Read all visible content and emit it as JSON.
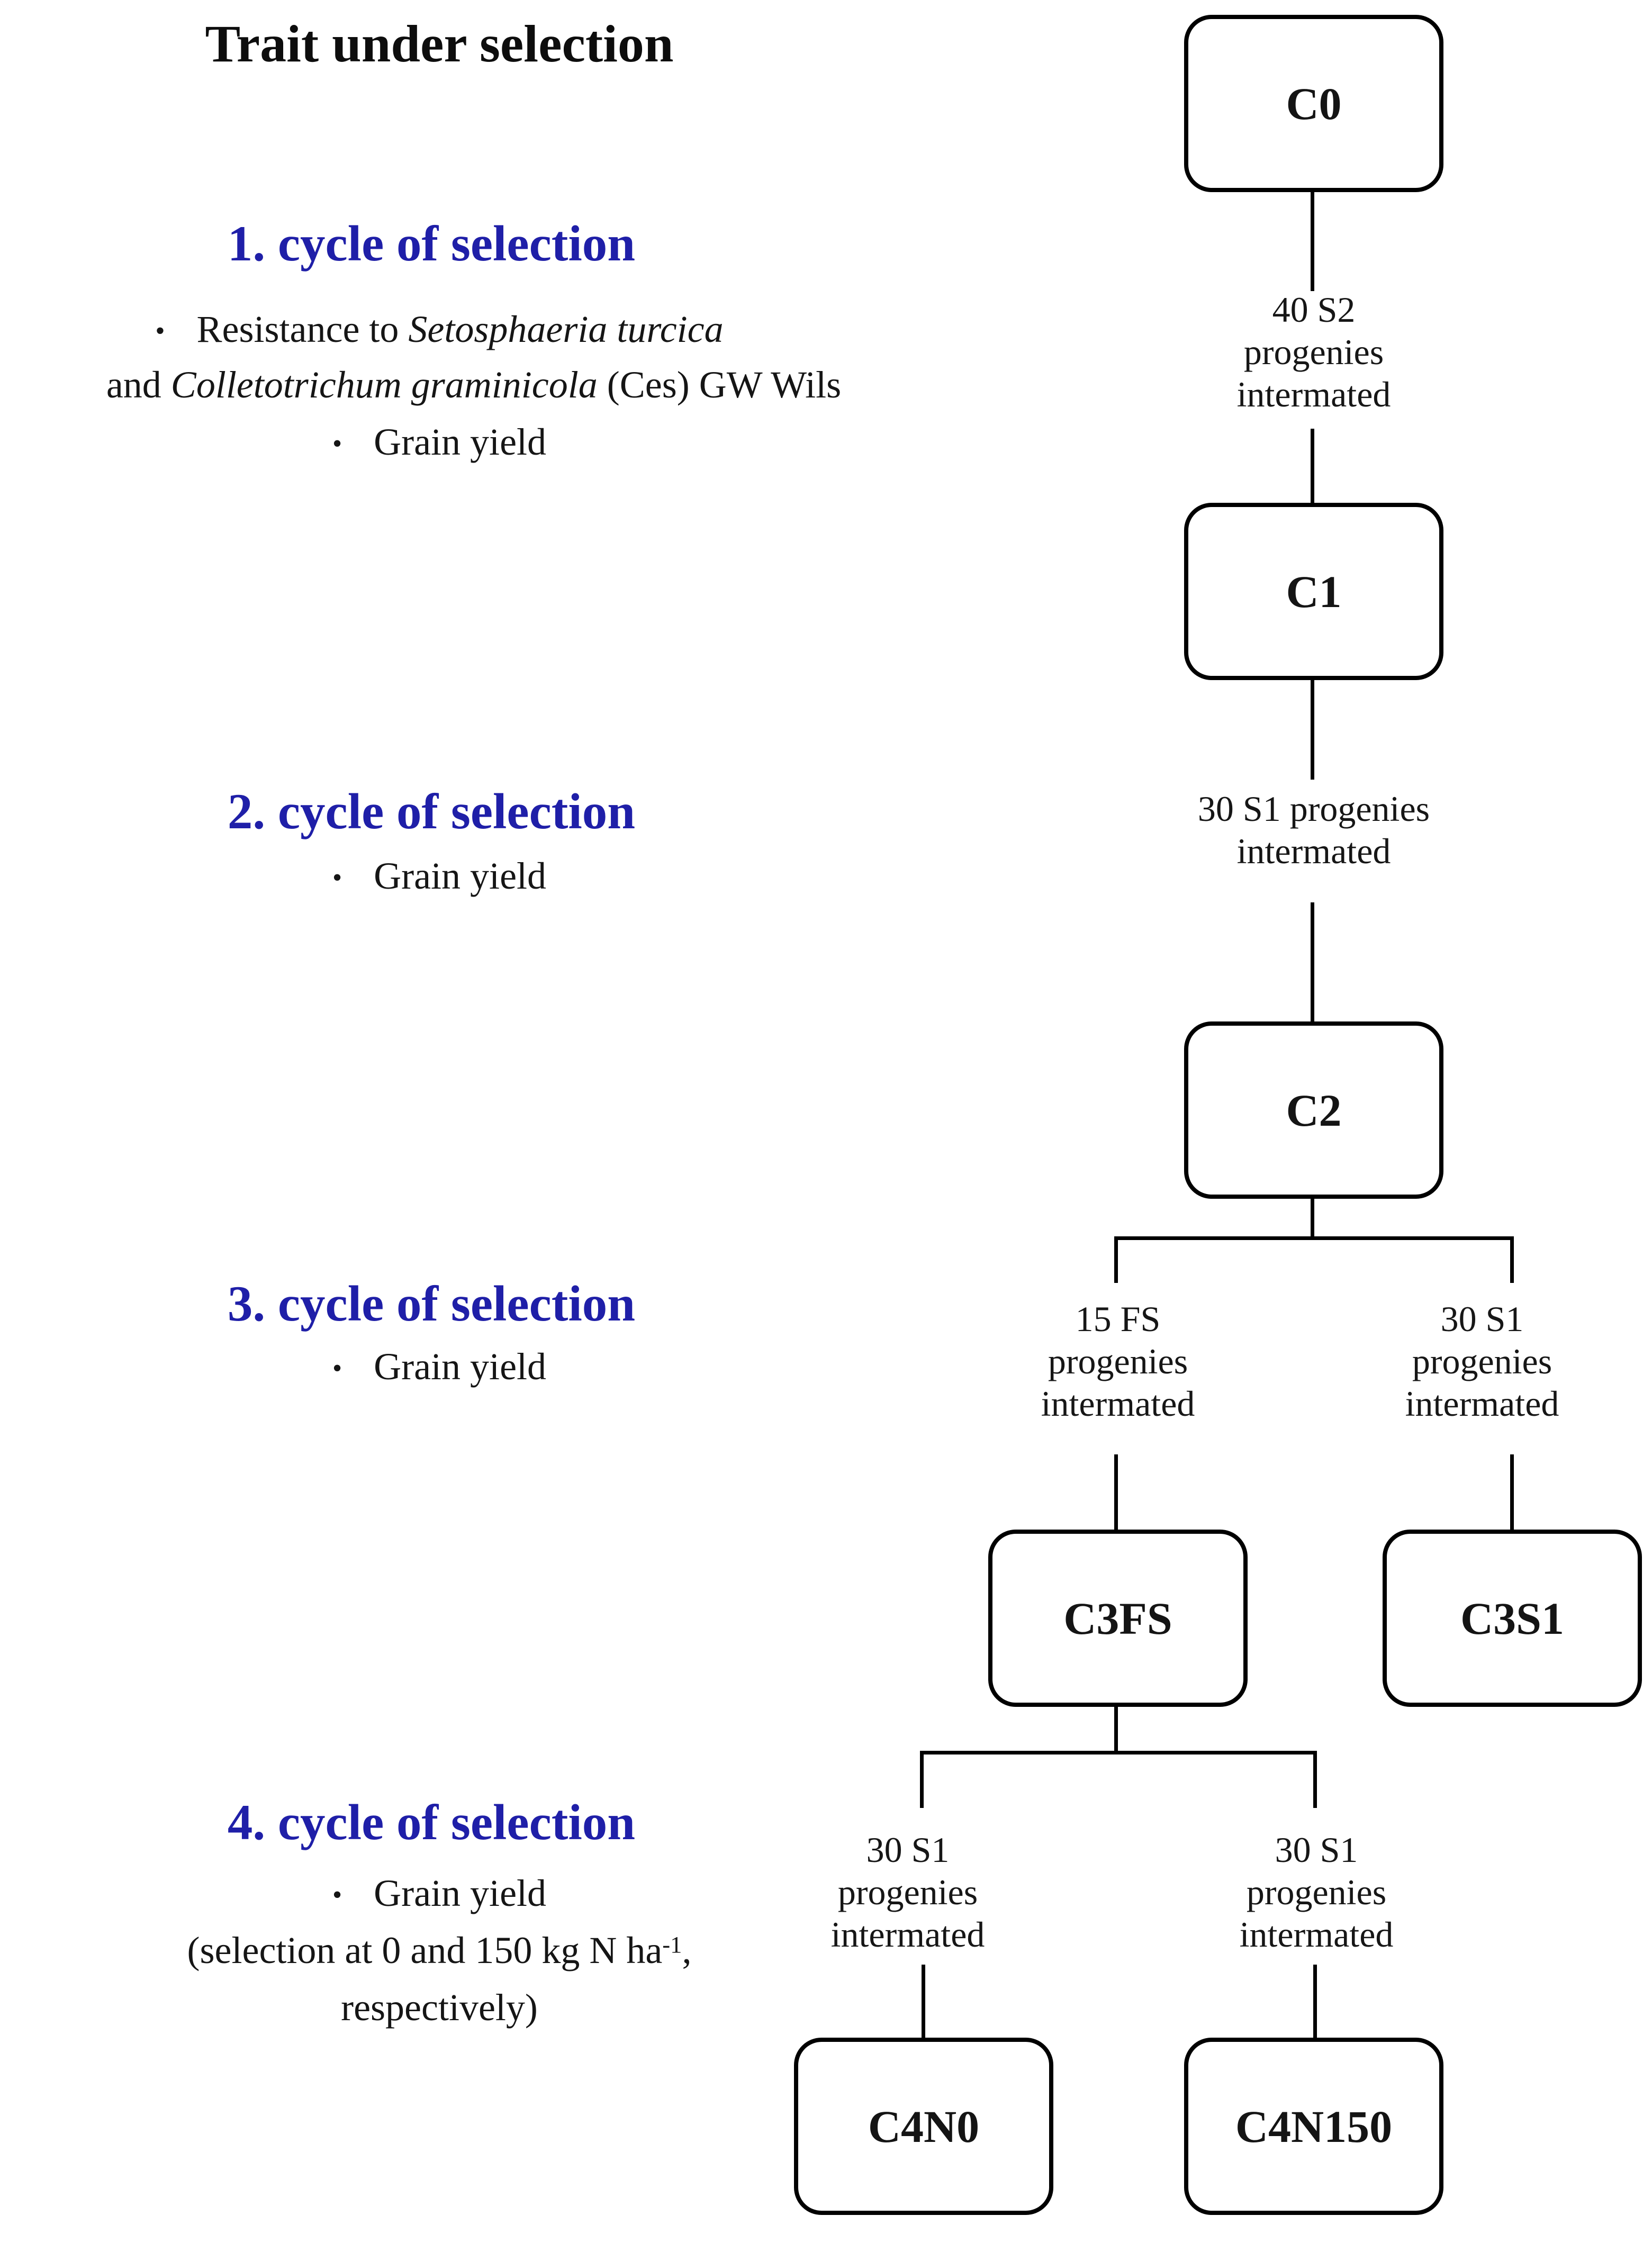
{
  "palette": {
    "heading_blue": "#1f1fa8",
    "text_black": "#151515",
    "line_black": "#000000",
    "background": "#ffffff"
  },
  "left_column": {
    "title": "Trait under selection",
    "bullet_glyph": "•",
    "cycle1": {
      "heading": "1. cycle of selection",
      "bullet1_line1": [
        {
          "t": "Resistance to "
        },
        {
          "t": "Setosphaeria turcica",
          "i": true
        }
      ],
      "bullet1_line2": [
        {
          "t": "and "
        },
        {
          "t": "Colletotrichum graminicola",
          "i": true
        },
        {
          "t": " (Ces) GW Wils"
        }
      ],
      "bullet2": "Grain yield"
    },
    "cycle2": {
      "heading": "2. cycle of selection",
      "bullet1": "Grain yield"
    },
    "cycle3": {
      "heading": "3. cycle of selection",
      "bullet1": "Grain yield"
    },
    "cycle4": {
      "heading": "4. cycle of selection",
      "bullet1": "Grain yield",
      "note_line1": [
        {
          "t": "(selection at 0 and 150 kg N ha"
        },
        {
          "t": "-1",
          "sup": true
        },
        {
          "t": ","
        }
      ],
      "note_line2": "respectively)"
    }
  },
  "flowchart": {
    "boxes": [
      {
        "id": "c0",
        "label": "C0"
      },
      {
        "id": "c1",
        "label": "C1"
      },
      {
        "id": "c2",
        "label": "C2"
      },
      {
        "id": "c3fs",
        "label": "C3FS"
      },
      {
        "id": "c3s1",
        "label": "C3S1"
      },
      {
        "id": "c4n0",
        "label": "C4N0"
      },
      {
        "id": "c4n150",
        "label": "C4N150"
      }
    ],
    "edge_labels": [
      {
        "id": "e1",
        "text": "40 S2\nprogenies\nintermated"
      },
      {
        "id": "e2",
        "text": "30 S1 progenies\nintermated"
      },
      {
        "id": "e3",
        "text": "15 FS\nprogenies\nintermated"
      },
      {
        "id": "e4",
        "text": "30 S1\nprogenies\nintermated"
      },
      {
        "id": "e5",
        "text": "30 S1\nprogenies\nintermated"
      },
      {
        "id": "e6",
        "text": "30 S1\nprogenies\nintermated"
      }
    ]
  }
}
